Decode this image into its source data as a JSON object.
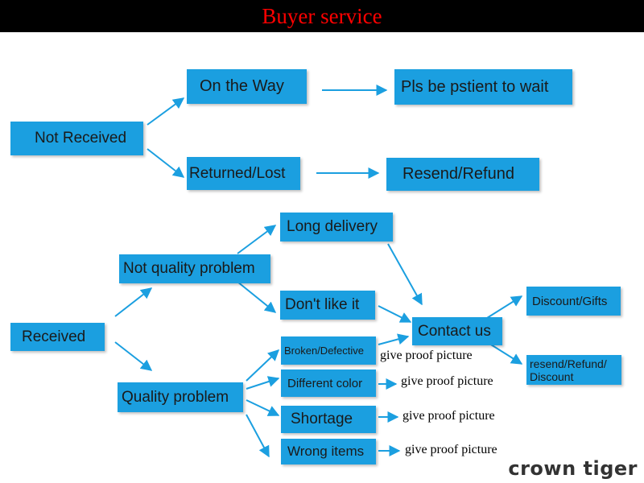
{
  "header": {
    "title": "Buyer service",
    "bg": "#000000",
    "title_color": "#ff0000"
  },
  "box_color": "#1b9fe0",
  "nodes": {
    "not_received": "Not Received",
    "on_the_way": "On the Way",
    "wait": "Pls be pstient to wait",
    "returned_lost": "Returned/Lost",
    "resend_refund": "Resend/Refund",
    "received": "Received",
    "not_quality_problem": "Not quality problem",
    "long_delivery": "Long delivery",
    "dont_like_it": "Don't like it",
    "quality_problem": "Quality problem",
    "broken_defective": "Broken/Defective",
    "different_color": "Different color",
    "shortage": "Shortage",
    "wrong_items": "Wrong items",
    "contact_us": "Contact us",
    "discount_gifts": "Discount/Gifts",
    "resend_refund_discount_1": "resend/Refund/",
    "resend_refund_discount_2": "Discount"
  },
  "notes": {
    "proof_broken": "give proof picture",
    "proof_color": "give proof picture",
    "proof_shortage": "give proof picture",
    "proof_wrong": "give proof picture"
  },
  "brand": "crown tiger"
}
